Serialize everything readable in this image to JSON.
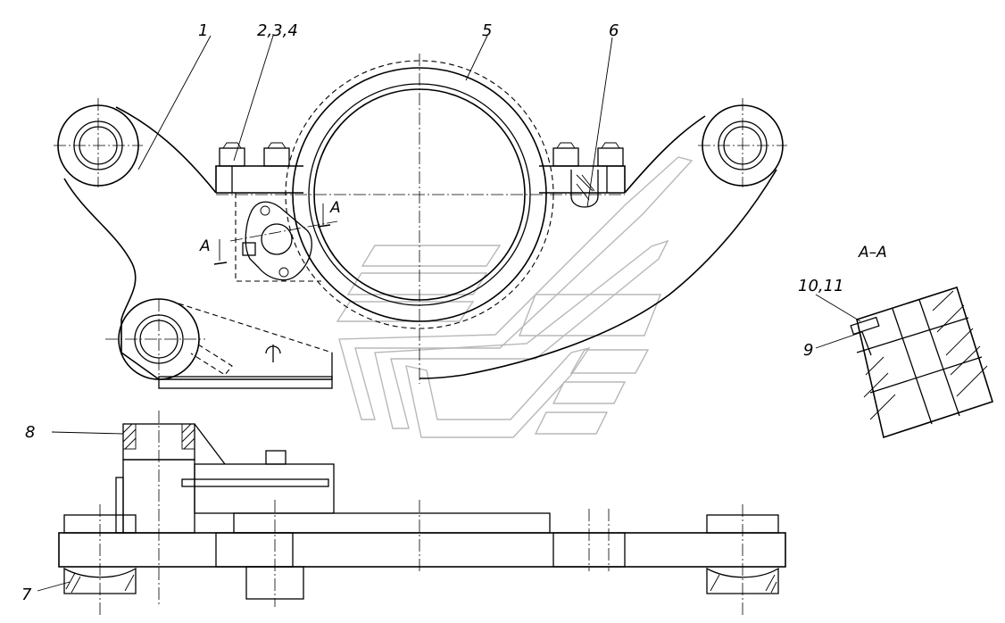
{
  "callouts": {
    "c1": "1",
    "c234": "2,3,4",
    "c5": "5",
    "c6": "6",
    "c7": "7",
    "c8": "8",
    "c9": "9",
    "c1011": "10,11"
  },
  "section": {
    "title": "A–A",
    "mark_left": "A",
    "mark_right": "A"
  }
}
